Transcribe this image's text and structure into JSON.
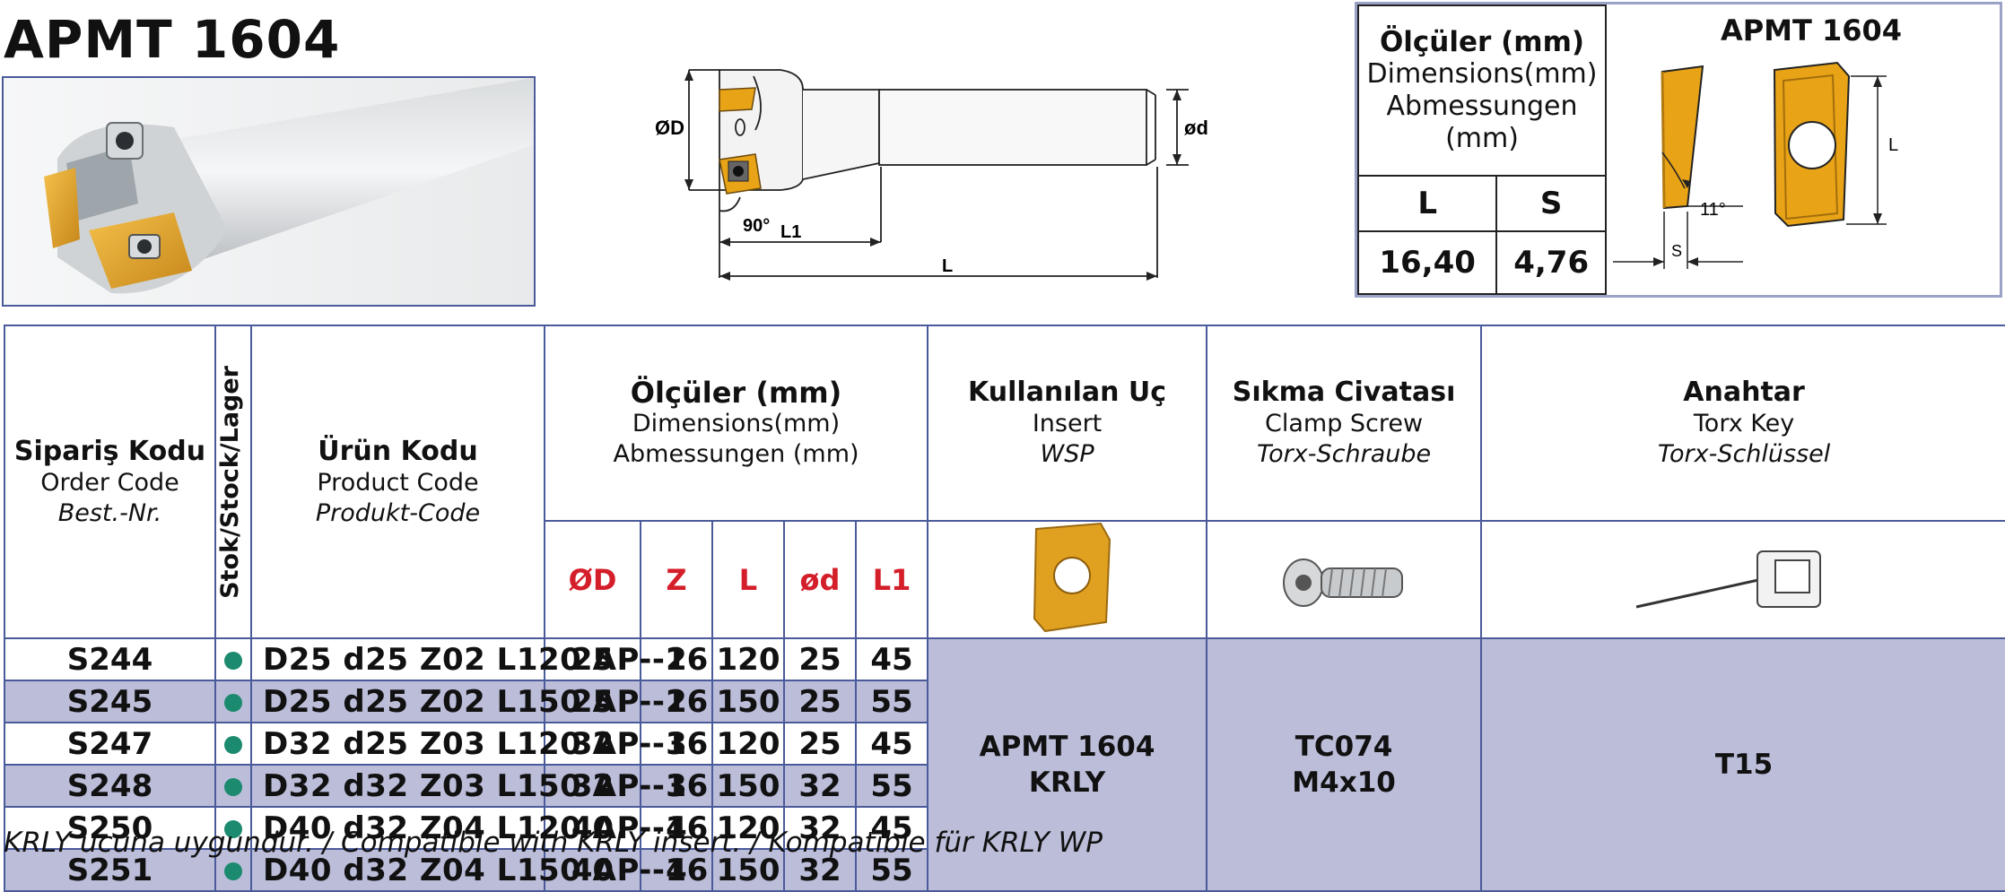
{
  "title": "APMT 1604",
  "drawing": {
    "label_D": "ØD",
    "label_d": "ød",
    "label_angle": "90°",
    "label_L1": "L1",
    "label_L": "L"
  },
  "insert_box": {
    "title_bold": "Ölçüler (mm)",
    "title_en": "Dimensions(mm)",
    "title_de1": "Abmessungen",
    "title_de2": "(mm)",
    "col_L": "L",
    "col_S": "S",
    "val_L": "16,40",
    "val_S": "4,76",
    "diagram_title": "APMT 1604",
    "label_L": "L",
    "label_S": "S",
    "label_angle": "11°"
  },
  "table": {
    "order_code": {
      "tr": "Sipariş Kodu",
      "en": "Order Code",
      "de": "Best.-Nr."
    },
    "stock": "Stok/Stock/Lager",
    "product_code": {
      "tr": "Ürün Kodu",
      "en": "Product Code",
      "de": "Produkt-Code"
    },
    "dimensions": {
      "tr": "Ölçüler (mm)",
      "en": "Dimensions(mm)",
      "de": "Abmessungen (mm)"
    },
    "dim_cols": [
      "ØD",
      "Z",
      "L",
      "ød",
      "L1"
    ],
    "insert": {
      "tr": "Kullanılan Uç",
      "en": "Insert",
      "de": "WSP"
    },
    "screw": {
      "tr": "Sıkma Civatası",
      "en": "Clamp Screw",
      "de": "Torx-Schraube"
    },
    "key": {
      "tr": "Anahtar",
      "en": "Torx Key",
      "de": "Torx-Schlüssel"
    },
    "rows": [
      {
        "order": "S244",
        "product": "D25 d25 Z02 L120 AP--16",
        "D": "25",
        "Z": "2",
        "L": "120",
        "d": "25",
        "L1": "45"
      },
      {
        "order": "S245",
        "product": "D25 d25 Z02 L150 AP--16",
        "D": "25",
        "Z": "2",
        "L": "150",
        "d": "25",
        "L1": "55"
      },
      {
        "order": "S247",
        "product": "D32 d25 Z03 L120 AP--16",
        "D": "32",
        "Z": "3",
        "L": "120",
        "d": "25",
        "L1": "45"
      },
      {
        "order": "S248",
        "product": "D32 d32 Z03 L150 AP--16",
        "D": "32",
        "Z": "3",
        "L": "150",
        "d": "32",
        "L1": "55"
      },
      {
        "order": "S250",
        "product": "D40 d32 Z04 L120 AP--16",
        "D": "40",
        "Z": "4",
        "L": "120",
        "d": "32",
        "L1": "45"
      },
      {
        "order": "S251",
        "product": "D40 d32 Z04 L150 AP--16",
        "D": "40",
        "Z": "4",
        "L": "150",
        "d": "32",
        "L1": "55"
      }
    ],
    "insert_value": [
      "APMT 1604",
      "KRLY"
    ],
    "screw_value": [
      "TC074",
      "M4x10"
    ],
    "key_value": "T15"
  },
  "footnote": "KRLY ucuna uygundur. / Compatible with KRLY insert. / Kompatible für KRLY WP",
  "colors": {
    "border": "#4b5a9a",
    "stripe": "#bbbdd9",
    "red": "#d41f2b",
    "insert_gold": "#e8a317",
    "stock_dot": "#1b8a6e"
  }
}
